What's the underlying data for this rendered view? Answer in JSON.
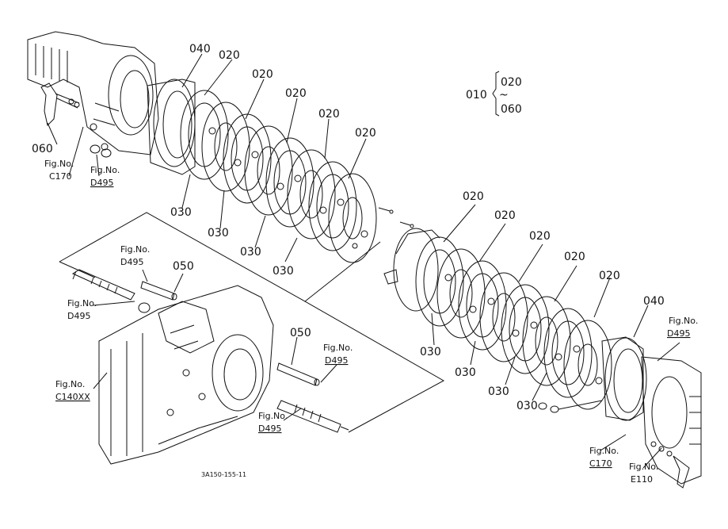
{
  "colors": {
    "ink": "#111111",
    "paper": "#ffffff"
  },
  "parts": {
    "p040a": "040",
    "p020_1": "020",
    "p020_2": "020",
    "p020_3": "020",
    "p020_4": "020",
    "p020_5": "020",
    "p030_1": "030",
    "p030_2": "030",
    "p030_3": "030",
    "p030_4": "030",
    "p060": "060",
    "p020_6": "020",
    "p020_7": "020",
    "p020_8": "020",
    "p020_9": "020",
    "p020_10": "020",
    "p040b": "040",
    "p030_5": "030",
    "p030_6": "030",
    "p030_7": "030",
    "p030_8": "030",
    "p050a": "050",
    "p050b": "050"
  },
  "legend": {
    "code": "010",
    "from": "020",
    "tilde": "~",
    "to": "060"
  },
  "fig_refs": {
    "fig_label": "Fig.No.",
    "c170_left": "C170",
    "d495_left": "D495",
    "d495_shaft_top": "D495",
    "d495_left_mid": "D495",
    "c140xx": "C140XX",
    "d495_mid": "D495",
    "d495_bottom": "D495",
    "d495_right": "D495",
    "c170_right": "C170",
    "e110": "E110"
  },
  "drawing_code": "3A150-155-11",
  "icons": [
    "clutch-disc-icon",
    "clutch-plate-icon",
    "housing-icon",
    "shaft-icon",
    "transmission-case-icon"
  ]
}
